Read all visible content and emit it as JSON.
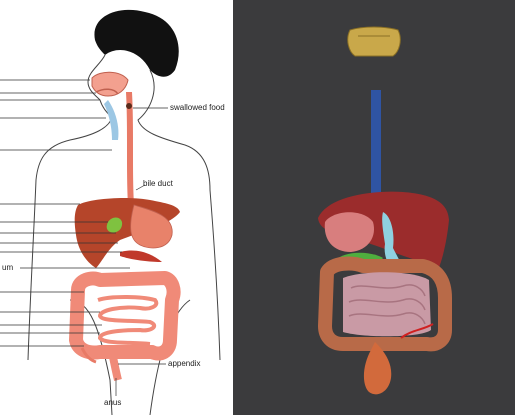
{
  "diagram": {
    "labels": {
      "swallowed_food": "swallowed food",
      "bile_duct": "bile duct",
      "appendix": "appendix",
      "anus": "anus",
      "left_cut": "um"
    }
  },
  "viewer": {
    "background": "#3b3b3d"
  },
  "colors": {
    "liver": "#b5452a",
    "gallbladder": "#7fc240",
    "stomach": "#e8826a",
    "intestine": "#f08a78",
    "esophagus": "#e87a66"
  }
}
